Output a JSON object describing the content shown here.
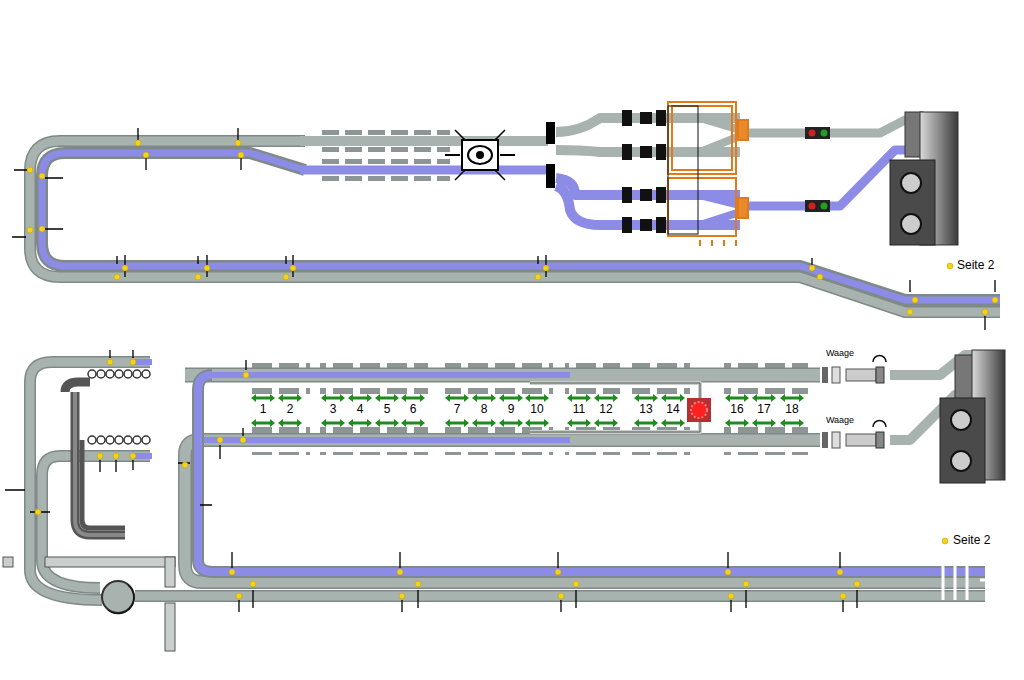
{
  "diagram": {
    "labels": [
      "Seite 2",
      "Waage",
      "1",
      "2",
      "3",
      "4",
      "5",
      "6",
      "7",
      "8",
      "9",
      "10",
      "11",
      "12",
      "13",
      "14",
      "16",
      "17",
      "18",
      "Waage",
      "Seite 2"
    ]
  }
}
